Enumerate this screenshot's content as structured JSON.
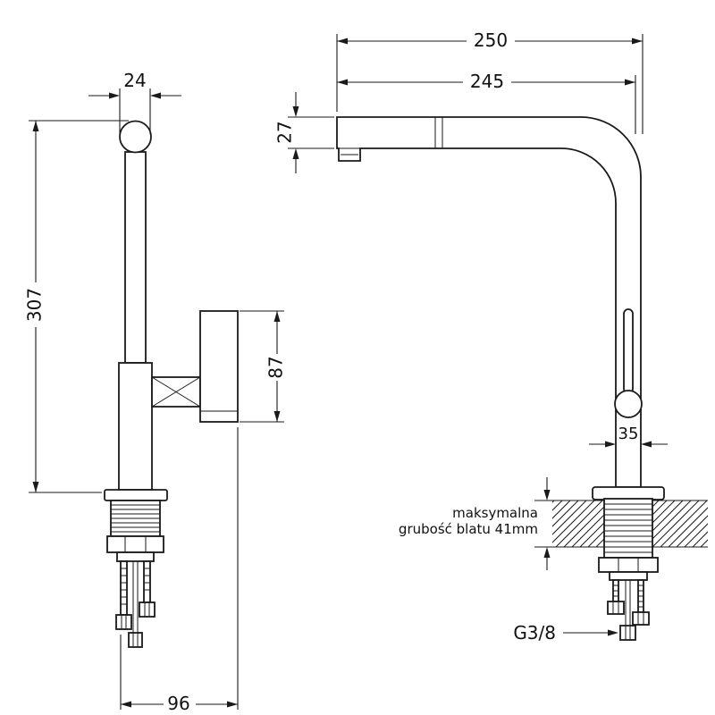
{
  "drawing": {
    "left_view": {
      "dim_top_width": "24",
      "dim_height": "307",
      "dim_spout_height": "87",
      "dim_bottom_width": "96"
    },
    "right_view": {
      "dim_total_reach": "250",
      "dim_spout_reach": "245",
      "dim_spout_front_height": "27",
      "dim_body_width": "35",
      "countertop_note_line1": "maksymalna",
      "countertop_note_line2": "grubość blatu 41mm",
      "thread_size": "G3/8"
    }
  }
}
